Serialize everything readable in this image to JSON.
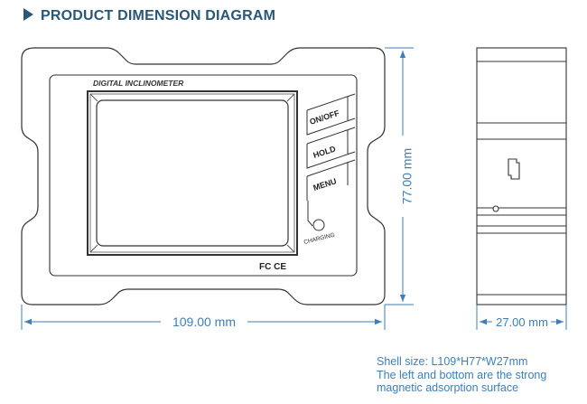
{
  "title": "PRODUCT DIMENSION DIAGRAM",
  "device": {
    "label": "DIGITAL INCLINOMETER",
    "buttons": [
      "ON/OFF",
      "HOLD",
      "MENU"
    ],
    "charging_label": "CHARGING",
    "certification": "FC CE"
  },
  "dimensions": {
    "length": "109.00 mm",
    "height": "77.00 mm",
    "width": "27.00 mm"
  },
  "notes": [
    "Shell size: L109*H77*W27mm",
    "The left and bottom are the strong",
    "magnetic adsorption surface"
  ],
  "colors": {
    "title": "#2b5777",
    "dimension": "#3d7fb8",
    "outline": "#333333"
  }
}
